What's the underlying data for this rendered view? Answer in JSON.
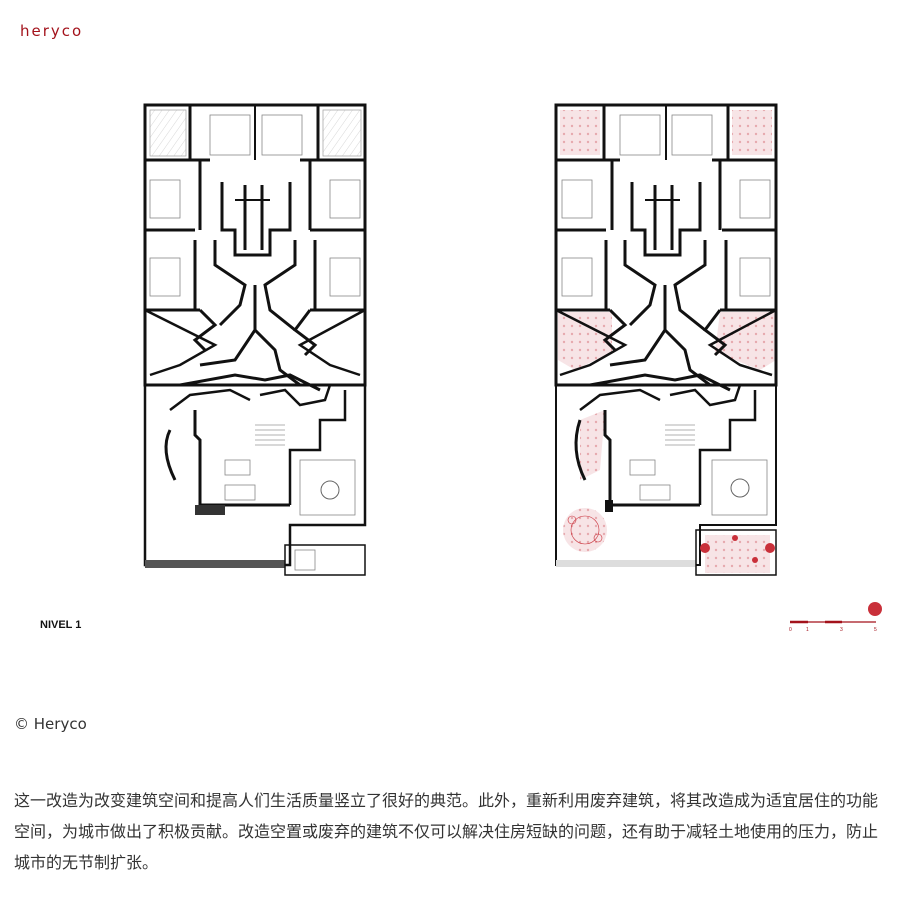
{
  "brand": {
    "logo_text": "heryco",
    "accent_color": "#a3121b"
  },
  "drawing": {
    "level_label": "NIVEL 1",
    "scale_ticks": [
      "0",
      "1",
      "3",
      "5"
    ]
  },
  "caption": {
    "copyright": "© Heryco"
  },
  "article": {
    "paragraph": "这一改造为改变建筑空间和提高人们生活质量竖立了很好的典范。此外，重新利用废弃建筑，将其改造成为适宜居住的功能空间，为城市做出了积极贡献。改造空置或废弃的建筑不仅可以解决住房短缺的问题，还有助于减轻土地使用的压力，防止城市的无节制扩张。"
  }
}
